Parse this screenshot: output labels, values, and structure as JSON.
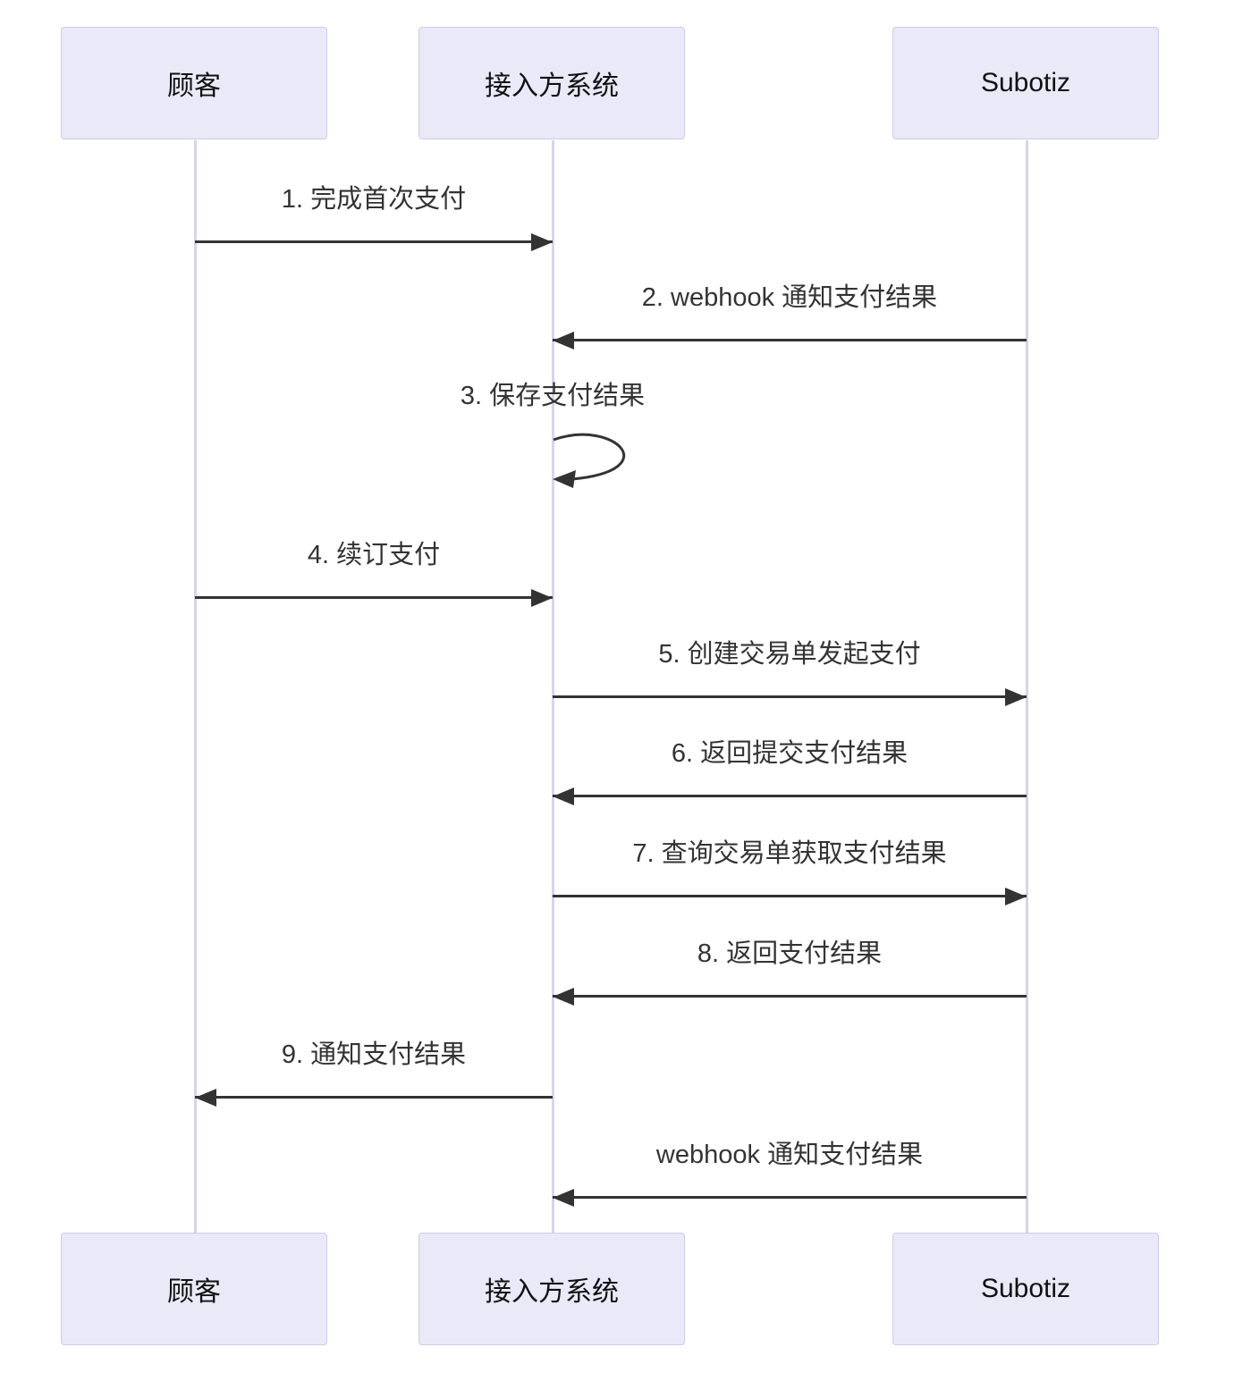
{
  "diagram": {
    "type": "sequence-diagram",
    "actors": [
      {
        "id": "customer",
        "label": "顾客"
      },
      {
        "id": "integrator",
        "label": "接入方系统"
      },
      {
        "id": "subotiz",
        "label": "Subotiz"
      }
    ],
    "messages": [
      {
        "num": "1",
        "text": "1. 完成首次支付",
        "from": "customer",
        "to": "integrator",
        "kind": "solid-arrow"
      },
      {
        "num": "2",
        "text": "2. webhook 通知支付结果",
        "from": "subotiz",
        "to": "integrator",
        "kind": "solid-arrow"
      },
      {
        "num": "3",
        "text": "3. 保存支付结果",
        "from": "integrator",
        "to": "integrator",
        "kind": "self-loop"
      },
      {
        "num": "4",
        "text": "4. 续订支付",
        "from": "customer",
        "to": "integrator",
        "kind": "solid-arrow"
      },
      {
        "num": "5",
        "text": "5. 创建交易单发起支付",
        "from": "integrator",
        "to": "subotiz",
        "kind": "solid-arrow"
      },
      {
        "num": "6",
        "text": "6. 返回提交支付结果",
        "from": "subotiz",
        "to": "integrator",
        "kind": "solid-arrow"
      },
      {
        "num": "7",
        "text": "7. 查询交易单获取支付结果",
        "from": "integrator",
        "to": "subotiz",
        "kind": "solid-arrow"
      },
      {
        "num": "8",
        "text": "8. 返回支付结果",
        "from": "subotiz",
        "to": "integrator",
        "kind": "solid-arrow"
      },
      {
        "num": "9",
        "text": "9. 通知支付结果",
        "from": "integrator",
        "to": "customer",
        "kind": "solid-arrow"
      },
      {
        "num": "",
        "text": "webhook 通知支付结果",
        "from": "subotiz",
        "to": "integrator",
        "kind": "solid-arrow"
      }
    ],
    "colors": {
      "actor_fill": "#e9e9f8",
      "actor_border": "#cfcbe5",
      "lifeline": "#d8d4e8",
      "arrow": "#333333",
      "message_text": "#333333",
      "background": "#ffffff"
    }
  }
}
